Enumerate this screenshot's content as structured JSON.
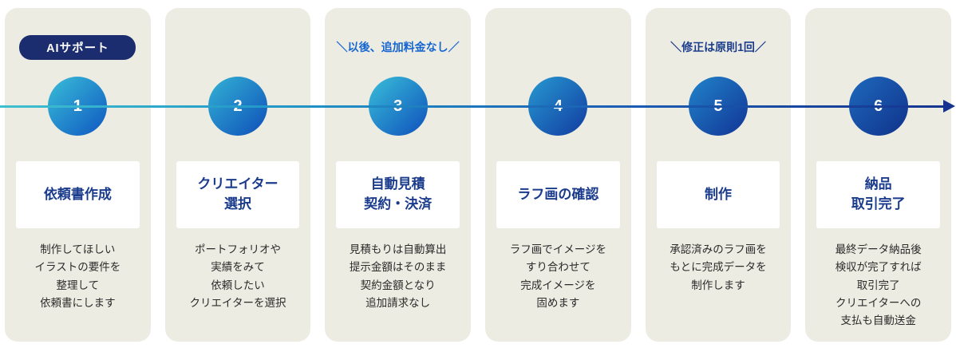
{
  "timeline": {
    "colors": [
      "#3fc0cf",
      "#16348f"
    ]
  },
  "steps": [
    {
      "number": "1",
      "badge": "AIサポート",
      "title": "依頼書作成",
      "description": "制作してほしい\nイラストの要件を\n整理して\n依頼書にします",
      "circle_colors": [
        "#35b4d6",
        "#1566c4"
      ]
    },
    {
      "number": "2",
      "title": "クリエイター\n選択",
      "description": "ポートフォリオや\n実績をみて\n依頼したい\nクリエイターを選択",
      "circle_colors": [
        "#2fa9d2",
        "#145dbd"
      ]
    },
    {
      "number": "3",
      "annotation": "＼以後、追加料金なし／",
      "annotation_color": "#1565d0",
      "title": "自動見積\n契約・決済",
      "description": "見積もりは自動算出\n提示金額はそのまま\n契約金額となり\n追加請求なし",
      "circle_colors": [
        "#35b4d6",
        "#1560c0"
      ]
    },
    {
      "number": "4",
      "title": "ラフ画の確認",
      "description": "ラフ画でイメージを\nすり合わせて\n完成イメージを\n固めます",
      "circle_colors": [
        "#2490cc",
        "#1549a8"
      ]
    },
    {
      "number": "5",
      "annotation": "＼修正は原則1回／",
      "annotation_color": "#1b3c8c",
      "title": "制作",
      "description": "承認済みのラフ画を\nもとに完成データを\n制作します",
      "circle_colors": [
        "#1f7cc4",
        "#14409e"
      ]
    },
    {
      "number": "6",
      "title": "納品\n取引完了",
      "description": "最終データ納品後\n検収が完了すれば\n取引完了\nクリエイターへの\n支払も自動送金",
      "circle_colors": [
        "#1c64b8",
        "#123a92"
      ]
    }
  ]
}
